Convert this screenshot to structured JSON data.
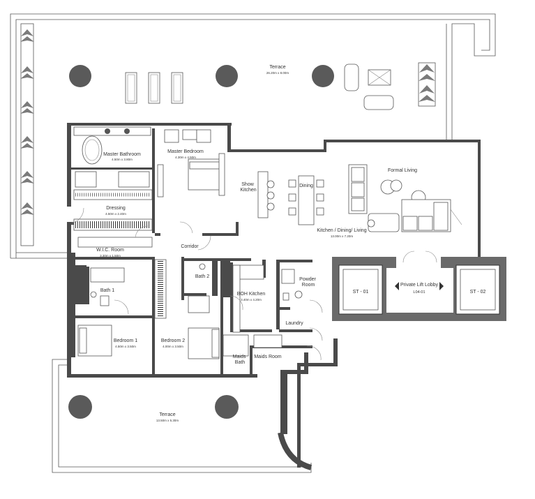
{
  "plan": {
    "rooms": [
      {
        "id": "terrace-top",
        "name": "Terrace",
        "dim": "26.20m x 8.00m"
      },
      {
        "id": "master-bathroom",
        "name": "Master Bathroom",
        "dim": "4.50m x 3.80m"
      },
      {
        "id": "master-bedroom",
        "name": "Master Bedroom",
        "dim": "4.30m x 4.50m"
      },
      {
        "id": "dressing",
        "name": "Dressing",
        "dim": "4.50m x 2.40m"
      },
      {
        "id": "show-kitchen",
        "name": "Show\nKitchen",
        "dim": ""
      },
      {
        "id": "dining",
        "name": "Dining",
        "dim": ""
      },
      {
        "id": "formal-living",
        "name": "Formal Living",
        "dim": ""
      },
      {
        "id": "kitchen-dining-living",
        "name": "Kitchen / Dining/ Living",
        "dim": "13.00m x 7.20m"
      },
      {
        "id": "wic-room",
        "name": "W.I.C. Room",
        "dim": "3.30m x 1.50m"
      },
      {
        "id": "corridor",
        "name": "Corridor",
        "dim": ""
      },
      {
        "id": "bath-1",
        "name": "Bath 1",
        "dim": ""
      },
      {
        "id": "bath-2",
        "name": "Bath 2",
        "dim": ""
      },
      {
        "id": "boh-kitchen",
        "name": "BOH Kitchen",
        "dim": "3.40m x 4.20m"
      },
      {
        "id": "powder-room",
        "name": "Powder\nRoom",
        "dim": ""
      },
      {
        "id": "laundry",
        "name": "Laundry",
        "dim": ""
      },
      {
        "id": "st-01",
        "name": "ST - 01",
        "dim": ""
      },
      {
        "id": "private-lift-lobby",
        "name": "Private Lift Lobby",
        "dim": "L04-01"
      },
      {
        "id": "st-02",
        "name": "ST - 02",
        "dim": ""
      },
      {
        "id": "bedroom-1",
        "name": "Bedroom 1",
        "dim": "4.50m x 3.50m"
      },
      {
        "id": "bedroom-2",
        "name": "Bedroom 2",
        "dim": "4.00m x 3.50m"
      },
      {
        "id": "maids-bath",
        "name": "Maids\nBath",
        "dim": ""
      },
      {
        "id": "maids-room",
        "name": "Maids Room",
        "dim": ""
      },
      {
        "id": "terrace-bottom",
        "name": "Terrace",
        "dim": "13.50m x 5.30m"
      }
    ]
  }
}
